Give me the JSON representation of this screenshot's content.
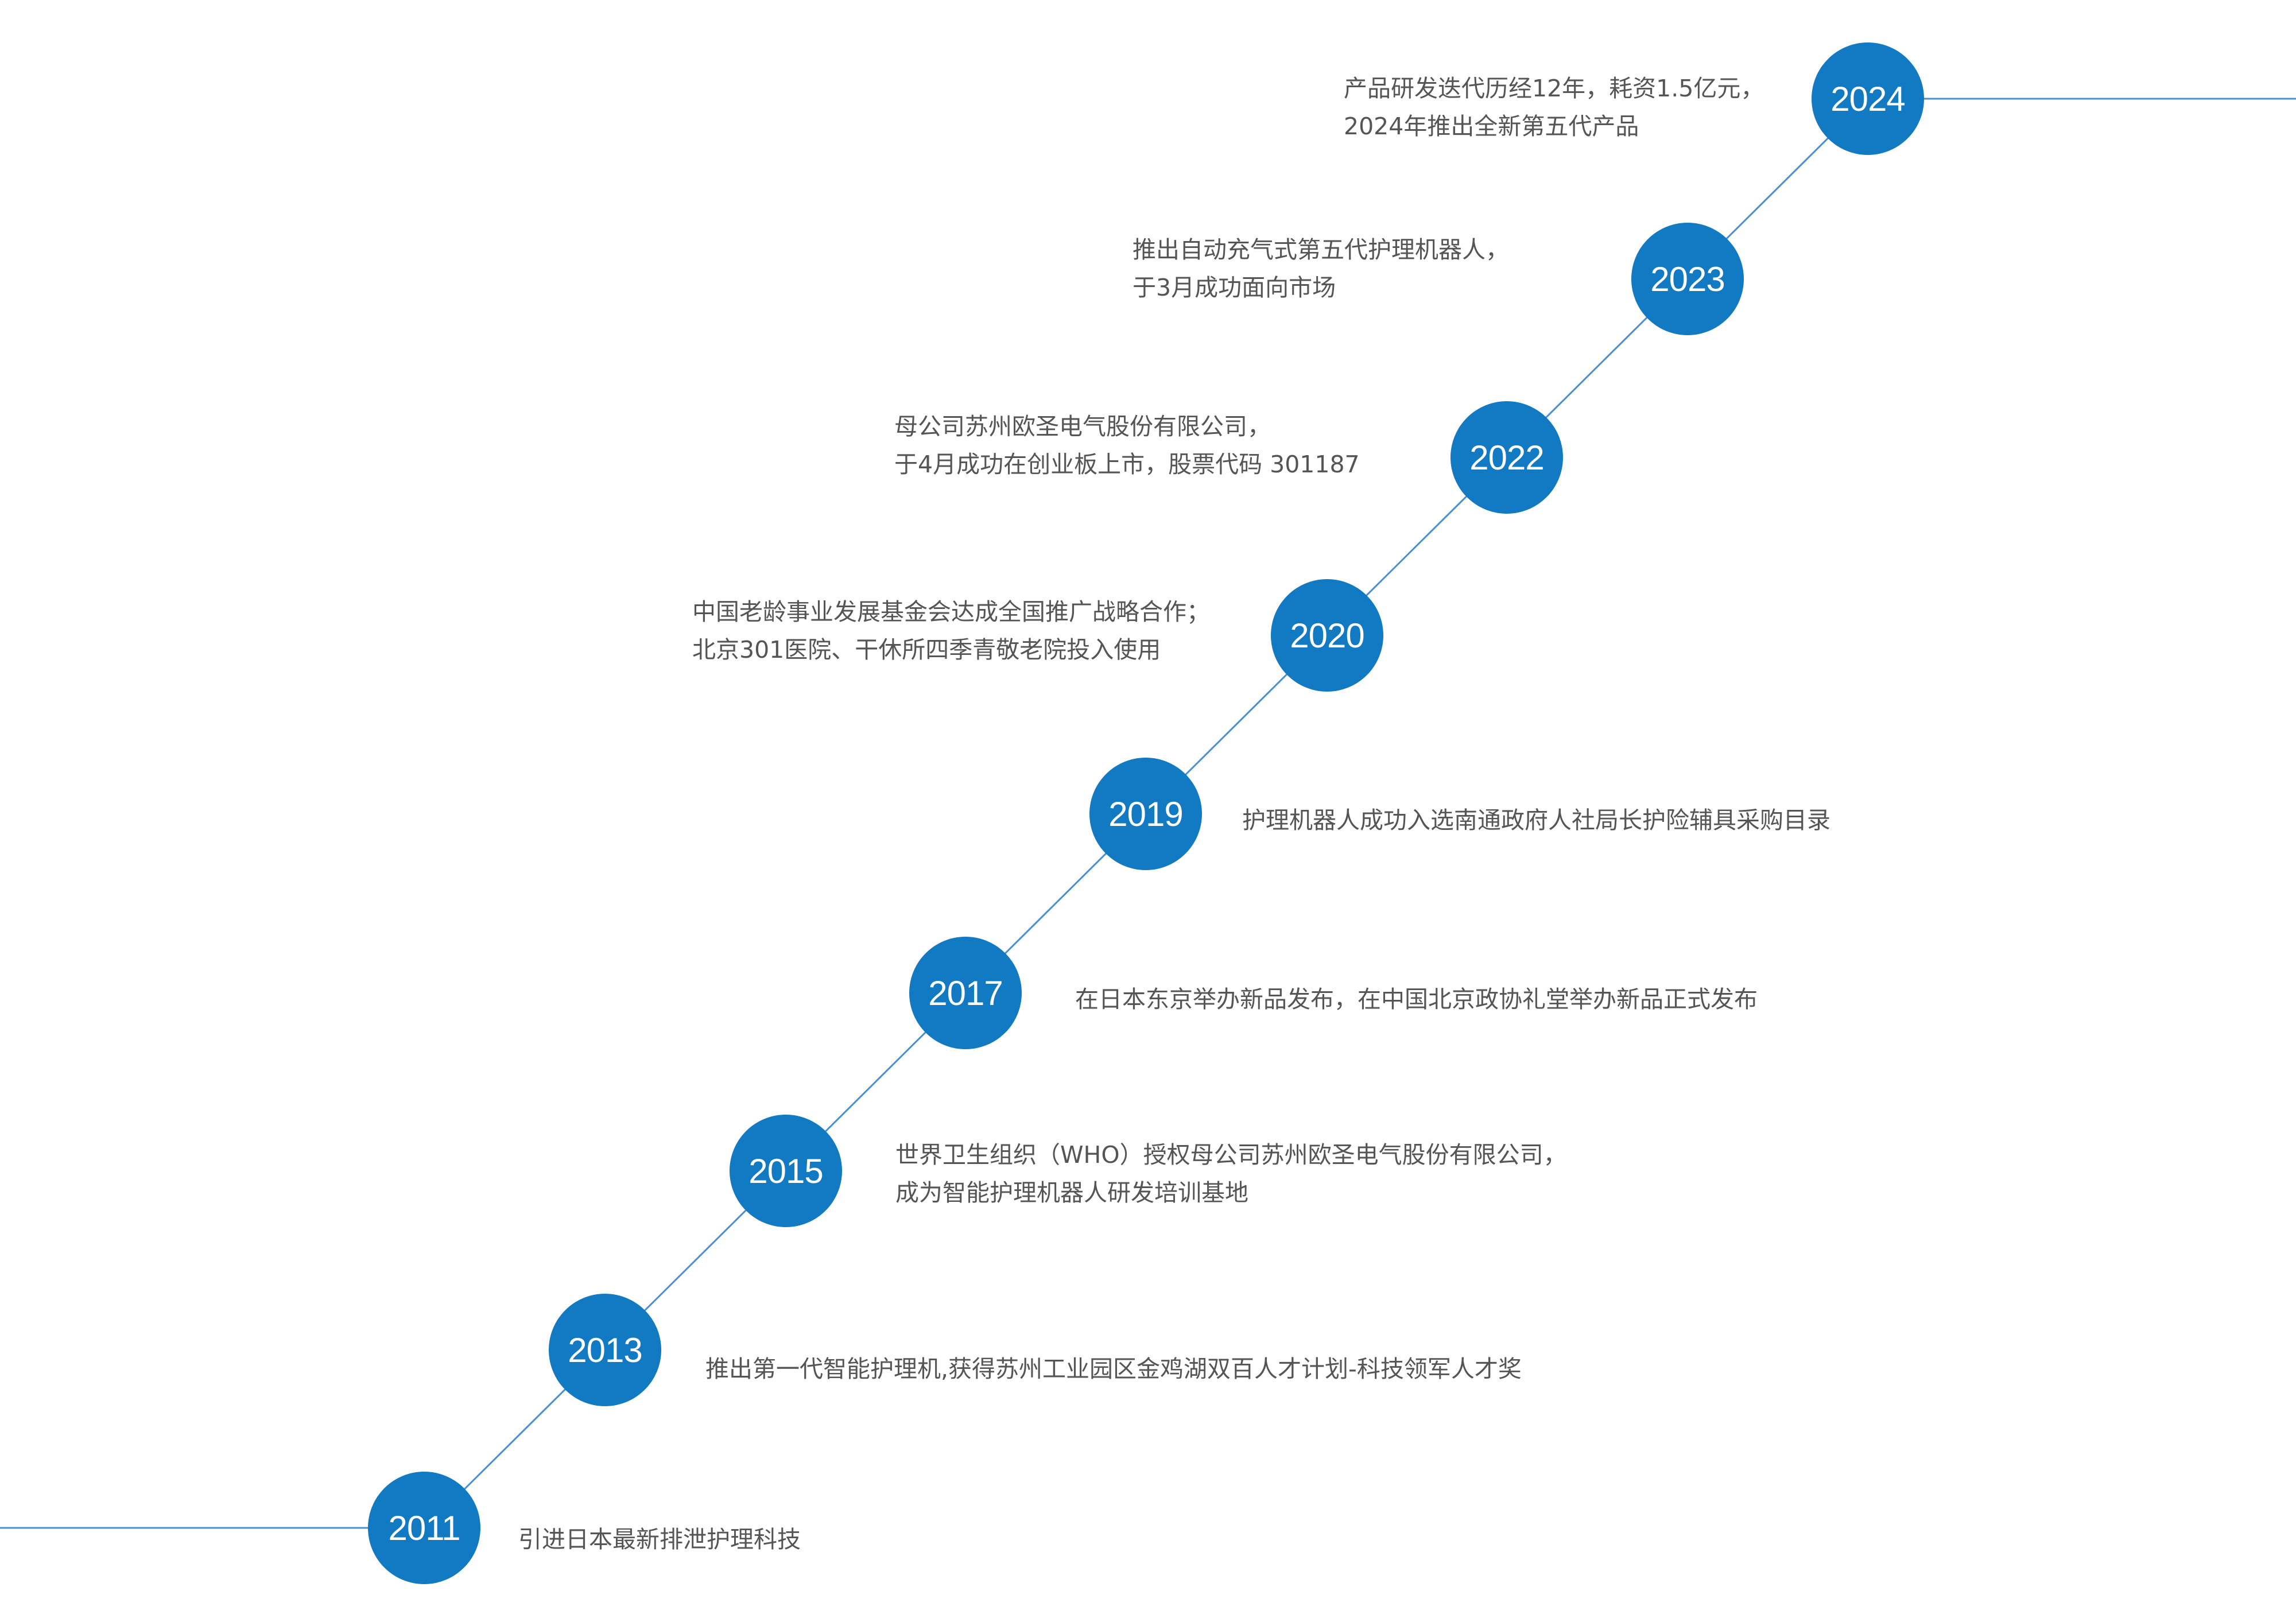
{
  "colors": {
    "accent": "#1279c3",
    "line": "#4a90d0",
    "text": "#555555",
    "background": "#ffffff"
  },
  "milestones": [
    {
      "year": "2024",
      "lines": [
        "产品研发迭代历经12年，耗资1.5亿元，",
        "2024年推出全新第五代产品"
      ]
    },
    {
      "year": "2023",
      "lines": [
        "推出自动充气式第五代护理机器人，",
        "于3月成功面向市场"
      ]
    },
    {
      "year": "2022",
      "lines": [
        "母公司苏州欧圣电气股份有限公司，",
        "于4月成功在创业板上市，股票代码 301187"
      ]
    },
    {
      "year": "2020",
      "lines": [
        "中国老龄事业发展基金会达成全国推广战略合作；",
        "北京301医院、干休所四季青敬老院投入使用"
      ]
    },
    {
      "year": "2019",
      "lines": [
        "护理机器人成功入选南通政府人社局长护险辅具采购目录"
      ]
    },
    {
      "year": "2017",
      "lines": [
        "在日本东京举办新品发布，在中国北京政协礼堂举办新品正式发布"
      ]
    },
    {
      "year": "2015",
      "lines": [
        "世界卫生组织（WHO）授权母公司苏州欧圣电气股份有限公司，",
        "成为智能护理机器人研发培训基地"
      ]
    },
    {
      "year": "2013",
      "lines": [
        "推出第一代智能护理机,获得苏州工业园区金鸡湖双百人才计划-科技领军人才奖"
      ]
    },
    {
      "year": "2011",
      "lines": [
        "引进日本最新排泄护理科技"
      ]
    }
  ]
}
